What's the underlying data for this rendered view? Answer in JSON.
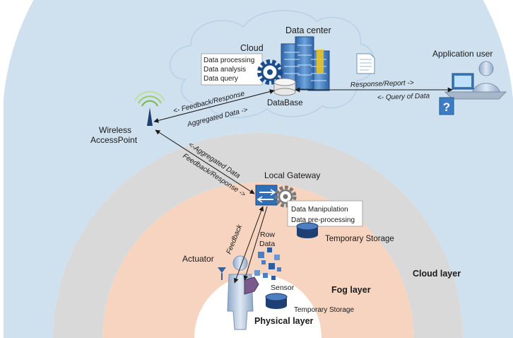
{
  "layers": {
    "cloud": "Cloud layer",
    "fog": "Fog layer",
    "physical": "Physical layer"
  },
  "cloud": {
    "title": "Cloud",
    "data_center": "Data center",
    "services": [
      "Data processing",
      "Data analysis",
      "Data query"
    ],
    "database": "DataBase"
  },
  "app_user": {
    "label": "Application user",
    "response_report": "Response/Report ->",
    "query_of_data": "<- Query of Data"
  },
  "access_point": {
    "label_line1": "Wireless",
    "label_line2": "AccessPoint",
    "feedback_response": "<- Feedback/Response",
    "aggregated_data": "Aggregated Data ->"
  },
  "gateway": {
    "label": "Local Gateway",
    "aggregated_data": "<-Aggregated Data",
    "feedback_response": "Feedback/Response ->",
    "functions": [
      "Data Manipulation",
      "Data pre-processing"
    ],
    "storage": "Temporary Storage"
  },
  "physical": {
    "actuator": "Actuator",
    "feedback": "Feedback",
    "row_data_line1": "Row",
    "row_data_line2": "Data",
    "sensor": "Sensor",
    "storage": "Temporary Storage"
  },
  "colors": {
    "cloud_band": "#cfe0ee",
    "fog_band": "#d9d9d9",
    "physical_band": "#f6d4c0",
    "cloud_shape": "#cfe0ef",
    "accent_blue": "#3a79b8"
  }
}
